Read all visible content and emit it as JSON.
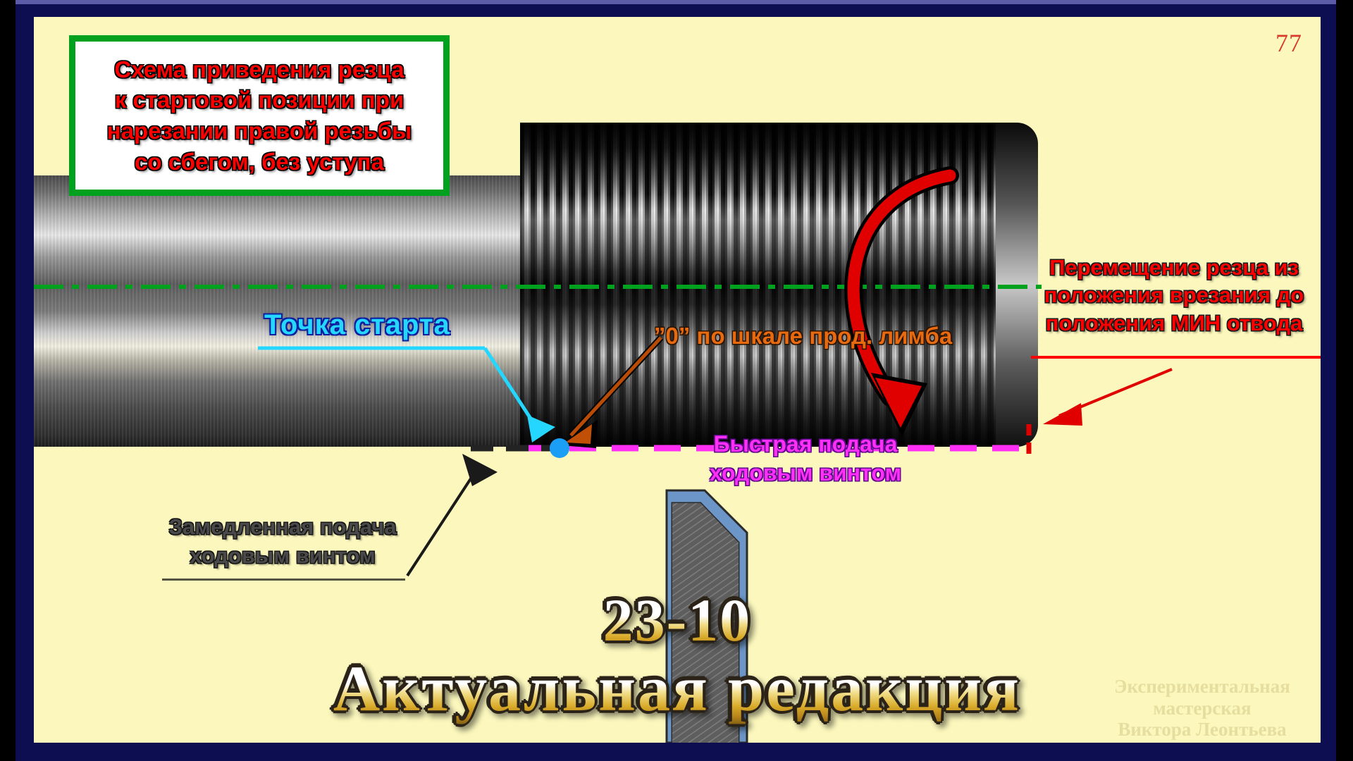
{
  "slide": {
    "page_number": "77",
    "accent_colors": {
      "frame_outer": "#000000",
      "frame_navy": "#0d0d52",
      "frame_purple": "#5b5ba8",
      "canvas": "#fbf7bd",
      "title_border_green": "#00a11e",
      "title_text_red": "#ff0000",
      "axis_green": "#00a11e",
      "start_cyan": "#25d7ff",
      "zero_orange": "#e86a10",
      "fast_feed_magenta": "#ff2ff5",
      "slow_feed_gray": "#4a4a4a",
      "arrow_red": "#e00000",
      "gold": "#d9ab2a"
    }
  },
  "title_box": {
    "lines": [
      "Схема приведения резца",
      "к стартовой позиции при",
      "нарезании правой резьбы",
      "со сбегом,  без уступа"
    ]
  },
  "right_note": {
    "lines": [
      "Перемещение резца  из",
      "положения врезания до",
      "положения МИН отвода"
    ]
  },
  "labels": {
    "start_point": "Точка старта",
    "zero_scale": "”0” по шкале прод. лимба",
    "fast_feed": [
      "Быстрая подача",
      "ходовым винтом"
    ],
    "slow_feed": [
      "Замедленная подача",
      "ходовым винтом"
    ]
  },
  "footer": {
    "version": "23-10",
    "edition": "Актуальная редакция",
    "watermark": [
      "Экспериментальная",
      "мастерская",
      "Виктора Леонтьева"
    ]
  },
  "icons": {
    "start_dot": "start-point-dot-icon",
    "retract_arrow": "curved-retract-arrow-icon",
    "zero_pointer": "zero-pointer-arrow-icon",
    "cyan_pointer": "start-pointer-arrow-icon",
    "red_pointer": "min-retract-pointer-arrow-icon",
    "black_pointer": "slow-feed-pointer-arrow-icon",
    "cutting_tool": "lathe-cutting-tool-icon"
  }
}
